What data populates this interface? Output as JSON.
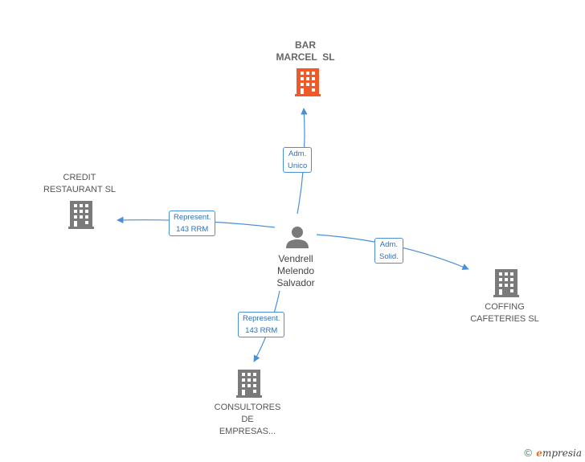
{
  "colors": {
    "main_building": "#f05a28",
    "building": "#7a7a7a",
    "person": "#7a7a7a",
    "edge": "#4a90d9",
    "edge_text": "#2f6fb5"
  },
  "nodes": {
    "main": {
      "line1": "BAR",
      "line2": "MARCEL  SL",
      "icon": "building-icon"
    },
    "credit": {
      "line1": "CREDIT",
      "line2": "RESTAURANT SL",
      "icon": "building-icon"
    },
    "coffing": {
      "line1": "COFFING",
      "line2": "CAFETERIES SL",
      "icon": "building-icon"
    },
    "consultores": {
      "line1": "CONSULTORES",
      "line2": "DE",
      "line3": "EMPRESAS...",
      "icon": "building-icon"
    },
    "person": {
      "line1": "Vendrell",
      "line2": "Melendo",
      "line3": "Salvador",
      "icon": "person-icon"
    }
  },
  "edges": {
    "to_main": {
      "line1": "Adm.",
      "line2": "Unico"
    },
    "to_credit": {
      "line1": "Represent.",
      "line2": "143 RRM"
    },
    "to_coffing": {
      "line1": "Adm.",
      "line2": "Solid."
    },
    "to_consultores": {
      "line1": "Represent.",
      "line2": "143 RRM"
    }
  },
  "footer": {
    "copyright": "©",
    "brand_initial": "e",
    "brand_rest": "mpresia"
  }
}
